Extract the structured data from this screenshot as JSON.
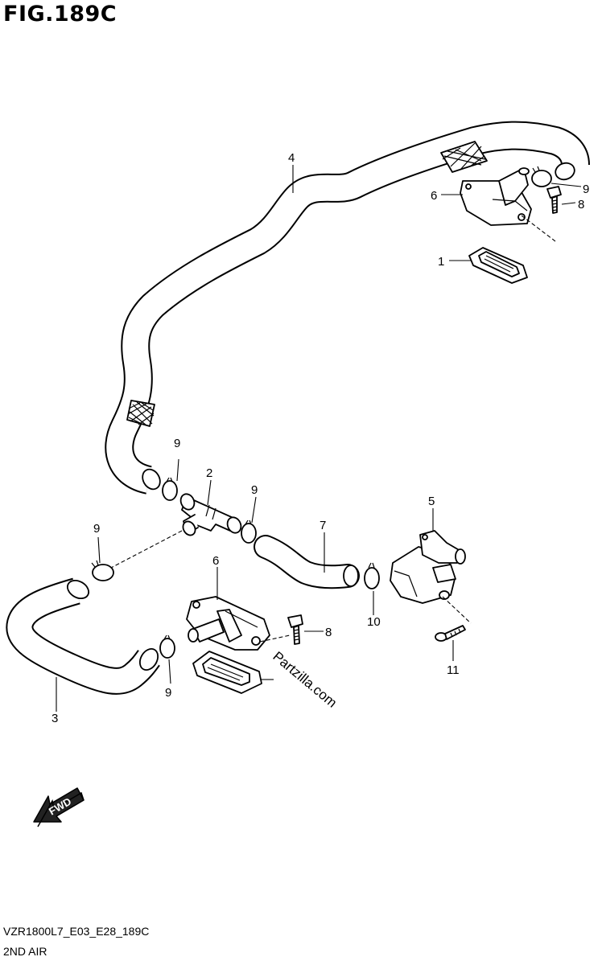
{
  "figure": {
    "title": "FIG.189C",
    "code": "VZR1800L7_E03_E28_189C",
    "subtitle": "2ND AIR"
  },
  "callouts": {
    "c1": "1",
    "c2": "2",
    "c3": "3",
    "c4": "4",
    "c5": "5",
    "c6a": "6",
    "c6b": "6",
    "c7": "7",
    "c8a": "8",
    "c8b": "8",
    "c9a": "9",
    "c9b": "9",
    "c9c": "9",
    "c9d": "9",
    "c9e": "9",
    "c10": "10",
    "c11": "11"
  },
  "direction_label": "FWD",
  "watermark": "Partzilla.com"
}
